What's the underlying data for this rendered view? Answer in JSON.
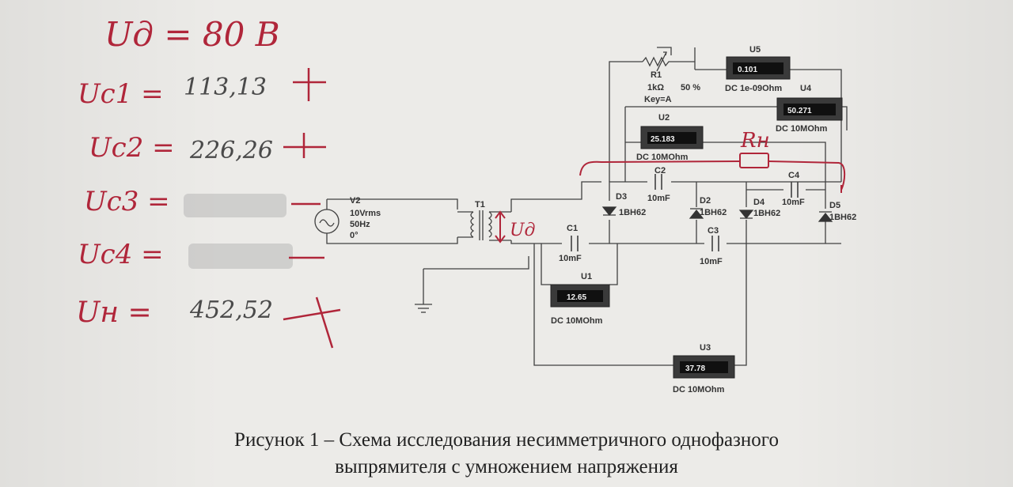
{
  "handwritten": {
    "line1": "Uд = 80 B",
    "line2_label": "Uc1 =",
    "line2_value": "113,13",
    "line3_label": "Uc2 =",
    "line3_value": "226,26",
    "line4_label": "Uc3 =",
    "line5_label": "Uc4 =",
    "line6_label": "Uн =",
    "line6_value": "452,52",
    "rn_label": "Rн",
    "ud_mark": "Uд"
  },
  "source": {
    "name": "V2",
    "voltage": "10Vrms",
    "freq": "50Hz",
    "phase": "0°"
  },
  "transformer": {
    "name": "T1"
  },
  "components": {
    "r1": {
      "name": "R1",
      "value": "1kΩ",
      "percent": "50 %",
      "key": "Key=A"
    },
    "c1": {
      "name": "C1",
      "value": "10mF"
    },
    "c2": {
      "name": "C2",
      "value": "10mF"
    },
    "c3": {
      "name": "C3",
      "value": "10mF"
    },
    "c4": {
      "name": "C4",
      "value": "10mF"
    },
    "d2": {
      "name": "D2",
      "model": "1BH62"
    },
    "d3": {
      "name": "D3",
      "model": "1BH62"
    },
    "d4": {
      "name": "D4",
      "model": "1BH62"
    },
    "d5": {
      "name": "D5",
      "model": "1BH62"
    }
  },
  "meters": {
    "u1": {
      "name": "U1",
      "reading": "12.65",
      "mode": "DC  10MOhm"
    },
    "u2": {
      "name": "U2",
      "reading": "25.183",
      "mode": "DC  10MOhm"
    },
    "u3": {
      "name": "U3",
      "reading": "37.78",
      "mode": "DC  10MOhm"
    },
    "u4": {
      "name": "U4",
      "reading": "50.271",
      "mode": "DC  10MOhm"
    },
    "u5": {
      "name": "U5",
      "reading": "0.101",
      "mode": "DC  1e-09Ohm"
    }
  },
  "caption": {
    "line1": "Рисунок 1 – Схема исследования несимметричного однофазного",
    "line2": "выпрямителя с умножением напряжения"
  },
  "colors": {
    "ink": "#b0263a",
    "wire": "#404040",
    "meter": "#3a3a3a",
    "paper": "#ecebe8"
  }
}
